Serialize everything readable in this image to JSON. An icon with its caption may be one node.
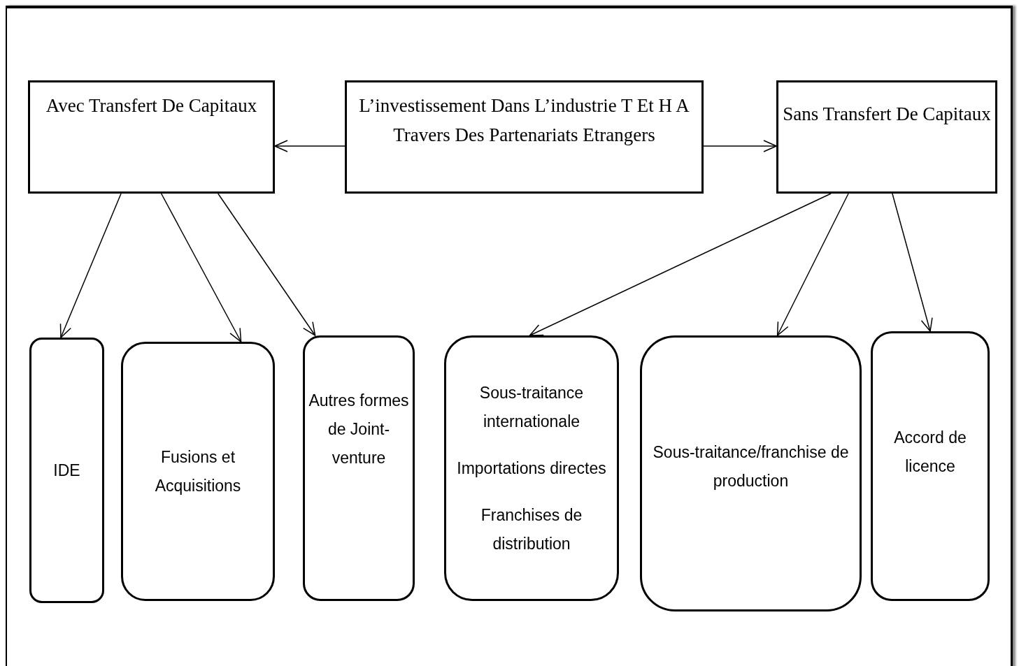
{
  "diagram": {
    "nodes": [
      {
        "text": [
          "Avec Transfert De Capitaux"
        ]
      },
      {
        "text": [
          "L’investissement Dans L’industrie T Et H A Travers Des Partenariats Etrangers"
        ]
      },
      {
        "text": [
          "Sans Transfert De Capitaux"
        ]
      },
      {
        "text": [
          "IDE"
        ]
      },
      {
        "text": [
          "Fusions et Acquisitions"
        ]
      },
      {
        "text": [
          "Autres formes de Joint-venture"
        ]
      },
      {
        "text": [
          "Sous-traitance internationale",
          "Importations directes",
          "Franchises de distribution"
        ]
      },
      {
        "text": [
          "Sous-traitance/franchise de production"
        ]
      },
      {
        "text": [
          "Accord de licence"
        ]
      }
    ],
    "edges": [
      {
        "from": 1,
        "to": 0,
        "arrow": "to"
      },
      {
        "from": 1,
        "to": 2,
        "arrow": "to"
      },
      {
        "from": 0,
        "to": 3,
        "arrow": "to"
      },
      {
        "from": 0,
        "to": 4,
        "arrow": "to"
      },
      {
        "from": 0,
        "to": 5,
        "arrow": "to"
      },
      {
        "from": 2,
        "to": 6,
        "arrow": "to"
      },
      {
        "from": 2,
        "to": 7,
        "arrow": "to"
      },
      {
        "from": 2,
        "to": 8,
        "arrow": "to"
      }
    ]
  }
}
